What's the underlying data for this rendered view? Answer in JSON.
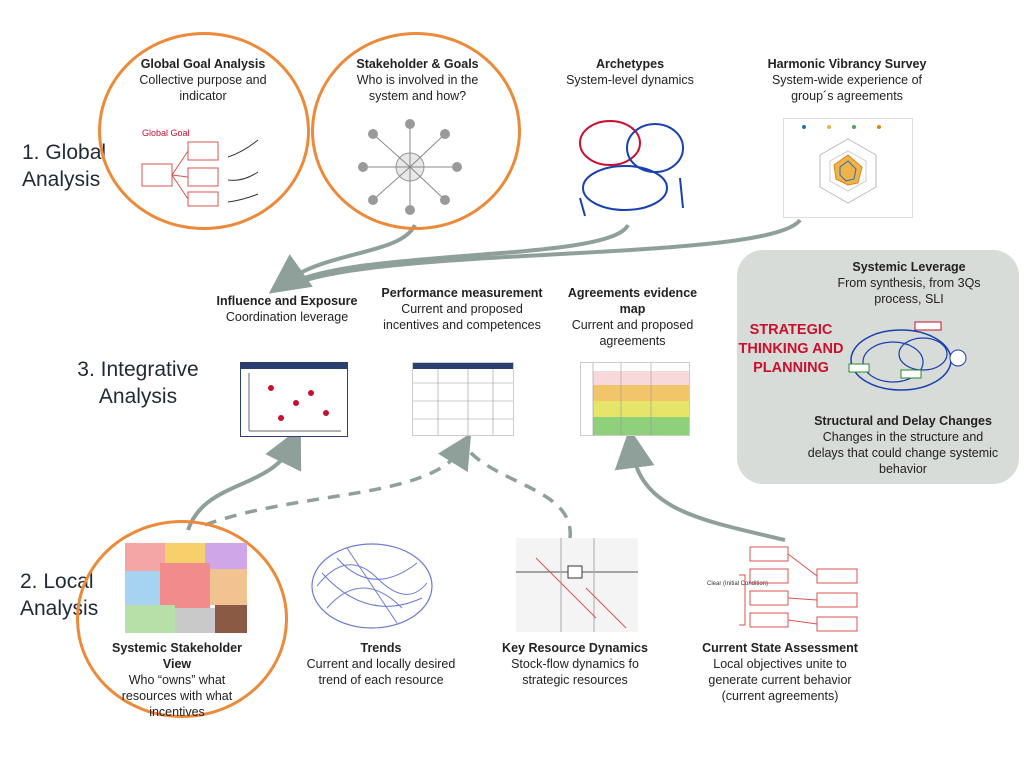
{
  "sections": {
    "global": "1. Global\nAnalysis",
    "integrative": "3. Integrative\nAnalysis",
    "local": "2. Local\nAnalysis"
  },
  "global_nodes": [
    {
      "title": "Global Goal Analysis",
      "desc": "Collective purpose and indicator"
    },
    {
      "title": "Stakeholder & Goals",
      "desc": "Who is involved in the system and how?"
    },
    {
      "title": "Archetypes",
      "desc": "System-level dynamics"
    },
    {
      "title": "Harmonic Vibrancy Survey",
      "desc": "System-wide experience of group´s agreements"
    }
  ],
  "integrative_nodes": [
    {
      "title": "Influence and Exposure",
      "desc": "Coordination leverage"
    },
    {
      "title": "Performance measurement",
      "desc": "Current and proposed incentives and competences"
    },
    {
      "title": "Agreements evidence map",
      "desc": "Current and proposed agreements"
    }
  ],
  "local_nodes": [
    {
      "title": "Systemic Stakeholder View",
      "desc": "Who “owns” what resources with what incentives"
    },
    {
      "title": "Trends",
      "desc": "Current and locally desired trend of each resource"
    },
    {
      "title": "Key Resource Dynamics",
      "desc": "Stock-flow dynamics fo strategic resources"
    },
    {
      "title": "Current State Assessment",
      "desc": "Local objectives unite to generate current behavior (current agreements)"
    }
  ],
  "leverage_panel": {
    "title": "Systemic Leverage",
    "desc": "From synthesis, from 3Qs process, SLI",
    "strategic": "STRATEGIC THINKING AND PLANNING",
    "changes_title": "Structural and Delay Changes",
    "changes_desc": "Changes in the structure and delays that could change systemic behavior"
  },
  "thumb_text": {
    "global_goal": "Global Goal",
    "clear": "Clear (Initial Condition)"
  },
  "colors": {
    "highlight_ring": "#ec8a3a",
    "arrow": "#8fa09a",
    "strategic": "#c8102e",
    "panel": "#d8dcd8"
  }
}
